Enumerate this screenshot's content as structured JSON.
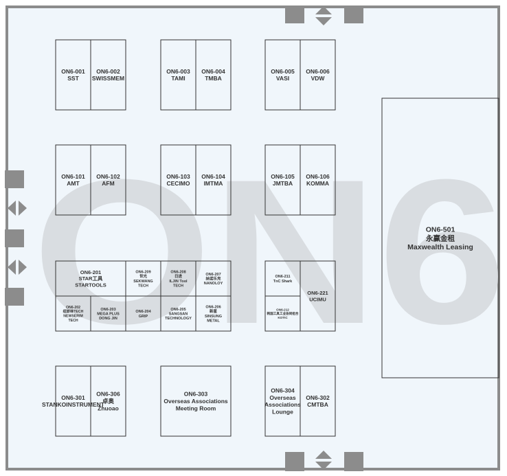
{
  "hall": {
    "watermark": "ON6",
    "colors": {
      "floor": "#f0f6fb",
      "wall": "#8c8c8c",
      "line": "#333333",
      "text": "#333333",
      "watermark": "#d9dde1"
    }
  },
  "booths": [
    {
      "id": "001",
      "lines": [
        "ON6-001",
        "SST"
      ]
    },
    {
      "id": "002",
      "lines": [
        "ON6-002",
        "SWISSMEM"
      ]
    },
    {
      "id": "003",
      "lines": [
        "ON6-003",
        "TAMI"
      ]
    },
    {
      "id": "004",
      "lines": [
        "ON6-004",
        "TMBA"
      ]
    },
    {
      "id": "005",
      "lines": [
        "ON6-005",
        "VASI"
      ]
    },
    {
      "id": "006",
      "lines": [
        "ON6-006",
        "VDW"
      ]
    },
    {
      "id": "101",
      "lines": [
        "ON6-101",
        "AMT"
      ]
    },
    {
      "id": "102",
      "lines": [
        "ON6-102",
        "AFM"
      ]
    },
    {
      "id": "103",
      "lines": [
        "ON6-103",
        "CECIMO"
      ]
    },
    {
      "id": "104",
      "lines": [
        "ON6-104",
        "IMTMA"
      ]
    },
    {
      "id": "105",
      "lines": [
        "ON6-105",
        "JMTBA"
      ]
    },
    {
      "id": "106",
      "lines": [
        "ON6-106",
        "KOMMA"
      ]
    },
    {
      "id": "201",
      "lines": [
        "ON6-201",
        "STAR工具",
        "STARTOOLS"
      ]
    },
    {
      "id": "209",
      "lines": [
        "ON6-209",
        "世光",
        "SEKWANG",
        "TECH"
      ]
    },
    {
      "id": "208",
      "lines": [
        "ON6-208",
        "日进",
        "ILJIN Tool",
        "TECH"
      ]
    },
    {
      "id": "207",
      "lines": [
        "ON6-207",
        "纳诺乐克",
        "NANOLOY"
      ]
    },
    {
      "id": "202",
      "lines": [
        "ON6-202",
        "纽斯林TECH",
        "NEWSERIM",
        "TECH"
      ]
    },
    {
      "id": "203",
      "lines": [
        "ON6-203",
        "MEGA PLUS",
        "DONG JIN"
      ]
    },
    {
      "id": "204",
      "lines": [
        "ON6-204",
        "GRIP"
      ]
    },
    {
      "id": "205",
      "lines": [
        "ON6-205",
        "SANGSAN",
        "TECHNOLOGY"
      ]
    },
    {
      "id": "206",
      "lines": [
        "ON6-206",
        "新星",
        "SINSUNG",
        "METAL"
      ]
    },
    {
      "id": "211",
      "lines": [
        "ON6-211",
        "TnC Shark"
      ]
    },
    {
      "id": "212",
      "lines": [
        "ON6-212",
        "韩国工具工业协同组合",
        "KOTIC"
      ]
    },
    {
      "id": "221",
      "lines": [
        "ON6-221",
        "UCIMU"
      ]
    },
    {
      "id": "301",
      "lines": [
        "ON6-301",
        "STANKOINSTRUMENT"
      ]
    },
    {
      "id": "306",
      "lines": [
        "ON6-306",
        "卓奥",
        "Zhuoao"
      ]
    },
    {
      "id": "303",
      "lines": [
        "ON6-303",
        "Overseas Associations",
        "Meeting Room"
      ]
    },
    {
      "id": "304",
      "lines": [
        "ON6-304",
        "Overseas",
        "Associations",
        "Lounge"
      ]
    },
    {
      "id": "302",
      "lines": [
        "ON6-302",
        "CMTBA"
      ]
    },
    {
      "id": "501",
      "lines": [
        "ON6-501",
        "永赢金租",
        "Maxwealth Leasing"
      ]
    }
  ]
}
